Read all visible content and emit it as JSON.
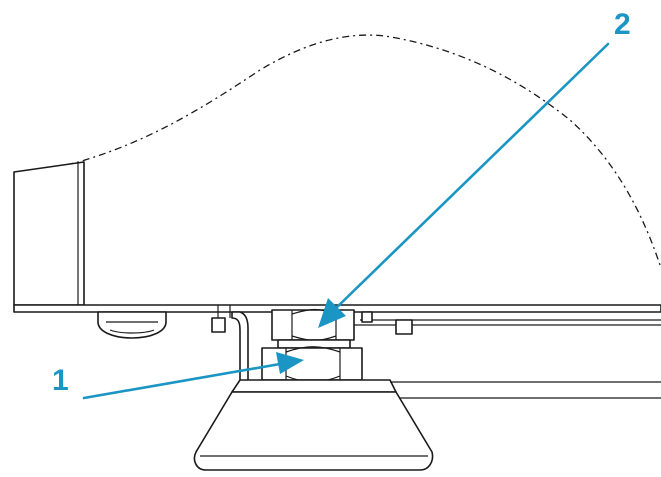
{
  "callouts": [
    {
      "label": "1",
      "meaning": "lower-nut"
    },
    {
      "label": "2",
      "meaning": "upper-nut"
    }
  ],
  "colors": {
    "callout": "#1a95c4",
    "line": "#1a1a1a",
    "background": "#ffffff"
  }
}
